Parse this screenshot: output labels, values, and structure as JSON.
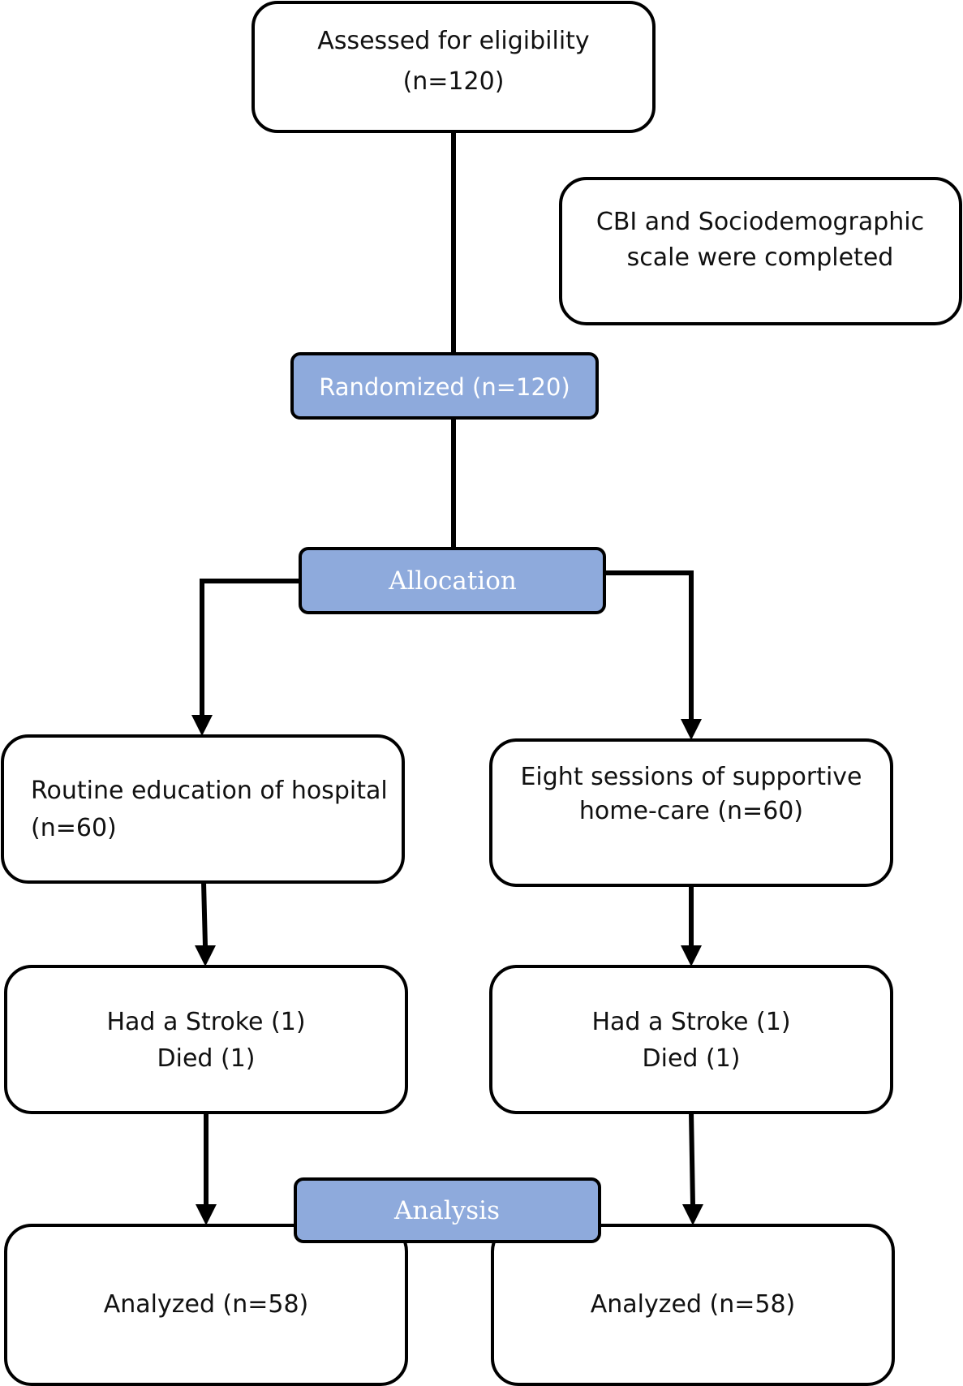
{
  "flowchart": {
    "eligibility": {
      "line1": "Assessed for eligibility",
      "line2": "(n=120)"
    },
    "baseline": {
      "line1": "CBI and Sociodemographic",
      "line2": "scale were completed"
    },
    "randomized": "Randomized (n=120)",
    "allocation": "Allocation",
    "control_arm": {
      "group": {
        "line1": "Routine education of hospital",
        "line2": "(n=60)"
      },
      "loss": {
        "line1": "Had a Stroke (1)",
        "line2": "Died (1)"
      },
      "analyzed": "Analyzed (n=58)"
    },
    "intervention_arm": {
      "group": {
        "line1": "Eight sessions of supportive",
        "line2": "home-care (n=60)"
      },
      "loss": {
        "line1": "Had a Stroke (1)",
        "line2": "Died (1)"
      },
      "analyzed": "Analyzed (n=58)"
    },
    "analysis": "Analysis",
    "colors": {
      "stage_header": "#8eaadc",
      "box_border": "#000000",
      "stage_text": "#ffffff"
    }
  }
}
